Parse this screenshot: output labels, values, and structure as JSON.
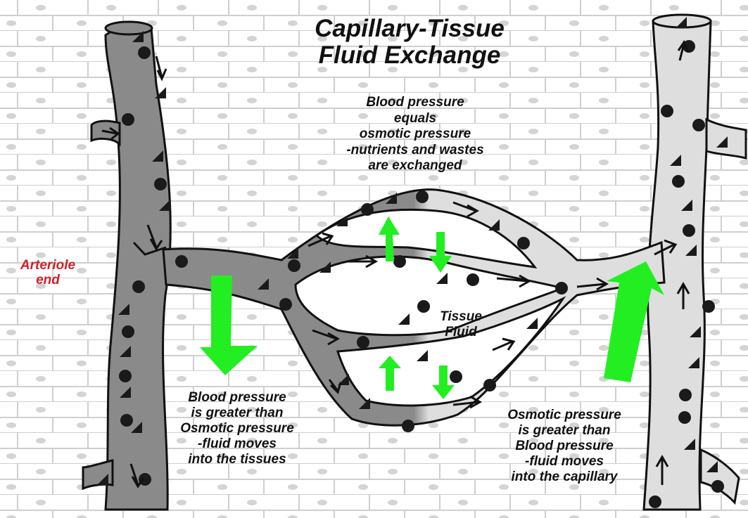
{
  "title": {
    "line1": "Capillary-Tissue",
    "line2": "Fluid Exchange"
  },
  "labels": {
    "arteriole_line1": "Arteriole",
    "arteriole_line2": "end",
    "tissue_fluid_line1": "Tissue",
    "tissue_fluid_line2": "Fluid",
    "middle": [
      "Blood pressure",
      "equals",
      "osmotic pressure",
      "-nutrients and wastes",
      "are exchanged"
    ],
    "left": [
      "Blood pressure",
      "is greater than",
      "Osmotic pressure",
      "-fluid moves",
      "into the tissues"
    ],
    "right": [
      "Osmotic pressure",
      "is greater than",
      "Blood pressure",
      "-fluid moves",
      "into the capillary"
    ]
  },
  "colors": {
    "arterial_vessel": "#8a8a8a",
    "venous_vessel": "#dedede",
    "outline": "#111111",
    "fluid_arrow": "#22ee22",
    "arteriole_label": "#d0202a",
    "cell_line": "#cfcfcf"
  },
  "icons": {
    "blood_cell": "circle",
    "platelet": "triangle",
    "flow_direction": "arrow",
    "fluid_movement": "green-arrow"
  }
}
